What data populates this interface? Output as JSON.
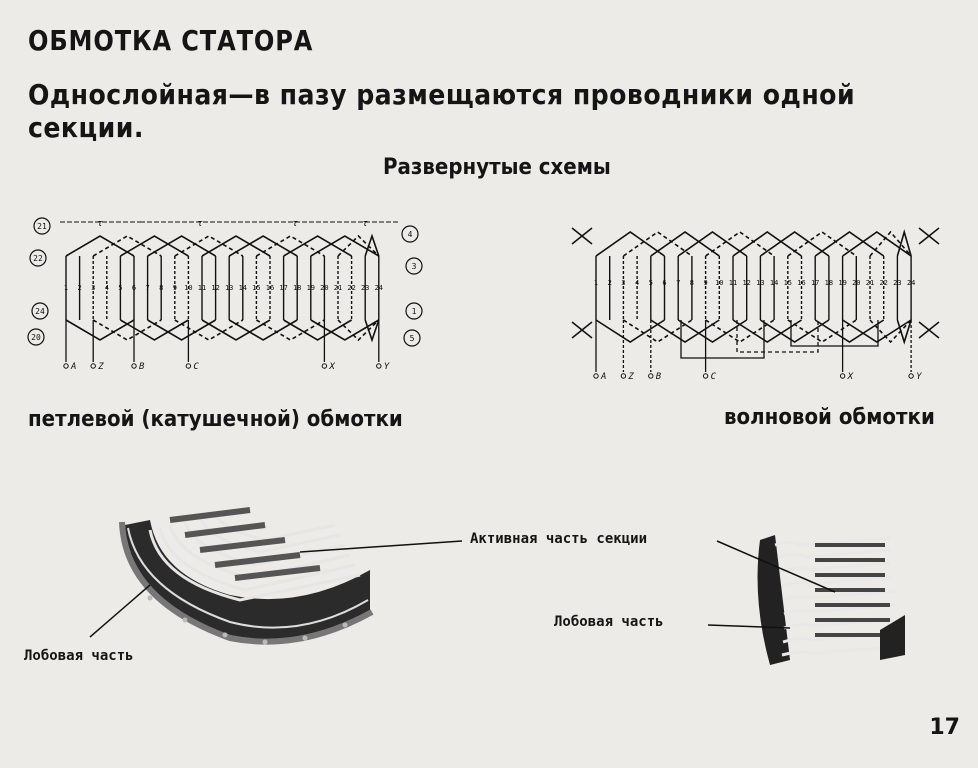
{
  "header": {
    "title": "ОБМОТКА СТАТОРА",
    "subtitle": "Однослойная—в пазу размещаются проводники одной секции."
  },
  "section_heading": "Развернутые схемы",
  "loop_diagram": {
    "caption": "петлевой (катушечной) обмотки",
    "slots": [
      "1",
      "2",
      "3",
      "4",
      "5",
      "6",
      "7",
      "8",
      "9",
      "10",
      "11",
      "12",
      "13",
      "14",
      "15",
      "16",
      "17",
      "18",
      "19",
      "20",
      "21",
      "22",
      "23",
      "24"
    ],
    "pole_pitch_symbol": "τ",
    "terminals": [
      "A",
      "Z",
      "B",
      "C",
      "X",
      "Y"
    ],
    "circled_left": [
      "21",
      "22",
      "24",
      "20"
    ],
    "circled_right": [
      "4",
      "3",
      "1",
      "5"
    ]
  },
  "wave_diagram": {
    "caption": "волновой обмотки",
    "slots": [
      "1",
      "2",
      "3",
      "4",
      "5",
      "6",
      "7",
      "8",
      "9",
      "10",
      "11",
      "12",
      "13",
      "14",
      "15",
      "16",
      "17",
      "18",
      "19",
      "20",
      "21",
      "22",
      "23",
      "24"
    ],
    "terminals": [
      "A",
      "Z",
      "B",
      "C",
      "X",
      "Y"
    ]
  },
  "photos": {
    "active_part_label": "Активная часть секции",
    "end_part_label_left": "Лобовая часть",
    "end_part_label_right": "Лобовая часть"
  },
  "page_number": "17"
}
